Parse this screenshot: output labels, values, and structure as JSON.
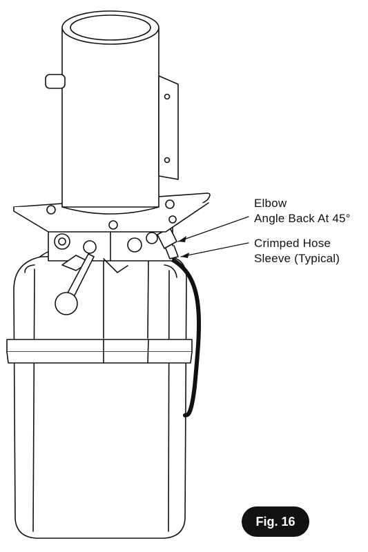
{
  "callouts": {
    "elbow_line1": "Elbow",
    "elbow_line2": "Angle Back At 45°",
    "hose_line1": "Crimped Hose",
    "hose_line2": "Sleeve (Typical)"
  },
  "figure": {
    "label": "Fig. 16"
  }
}
